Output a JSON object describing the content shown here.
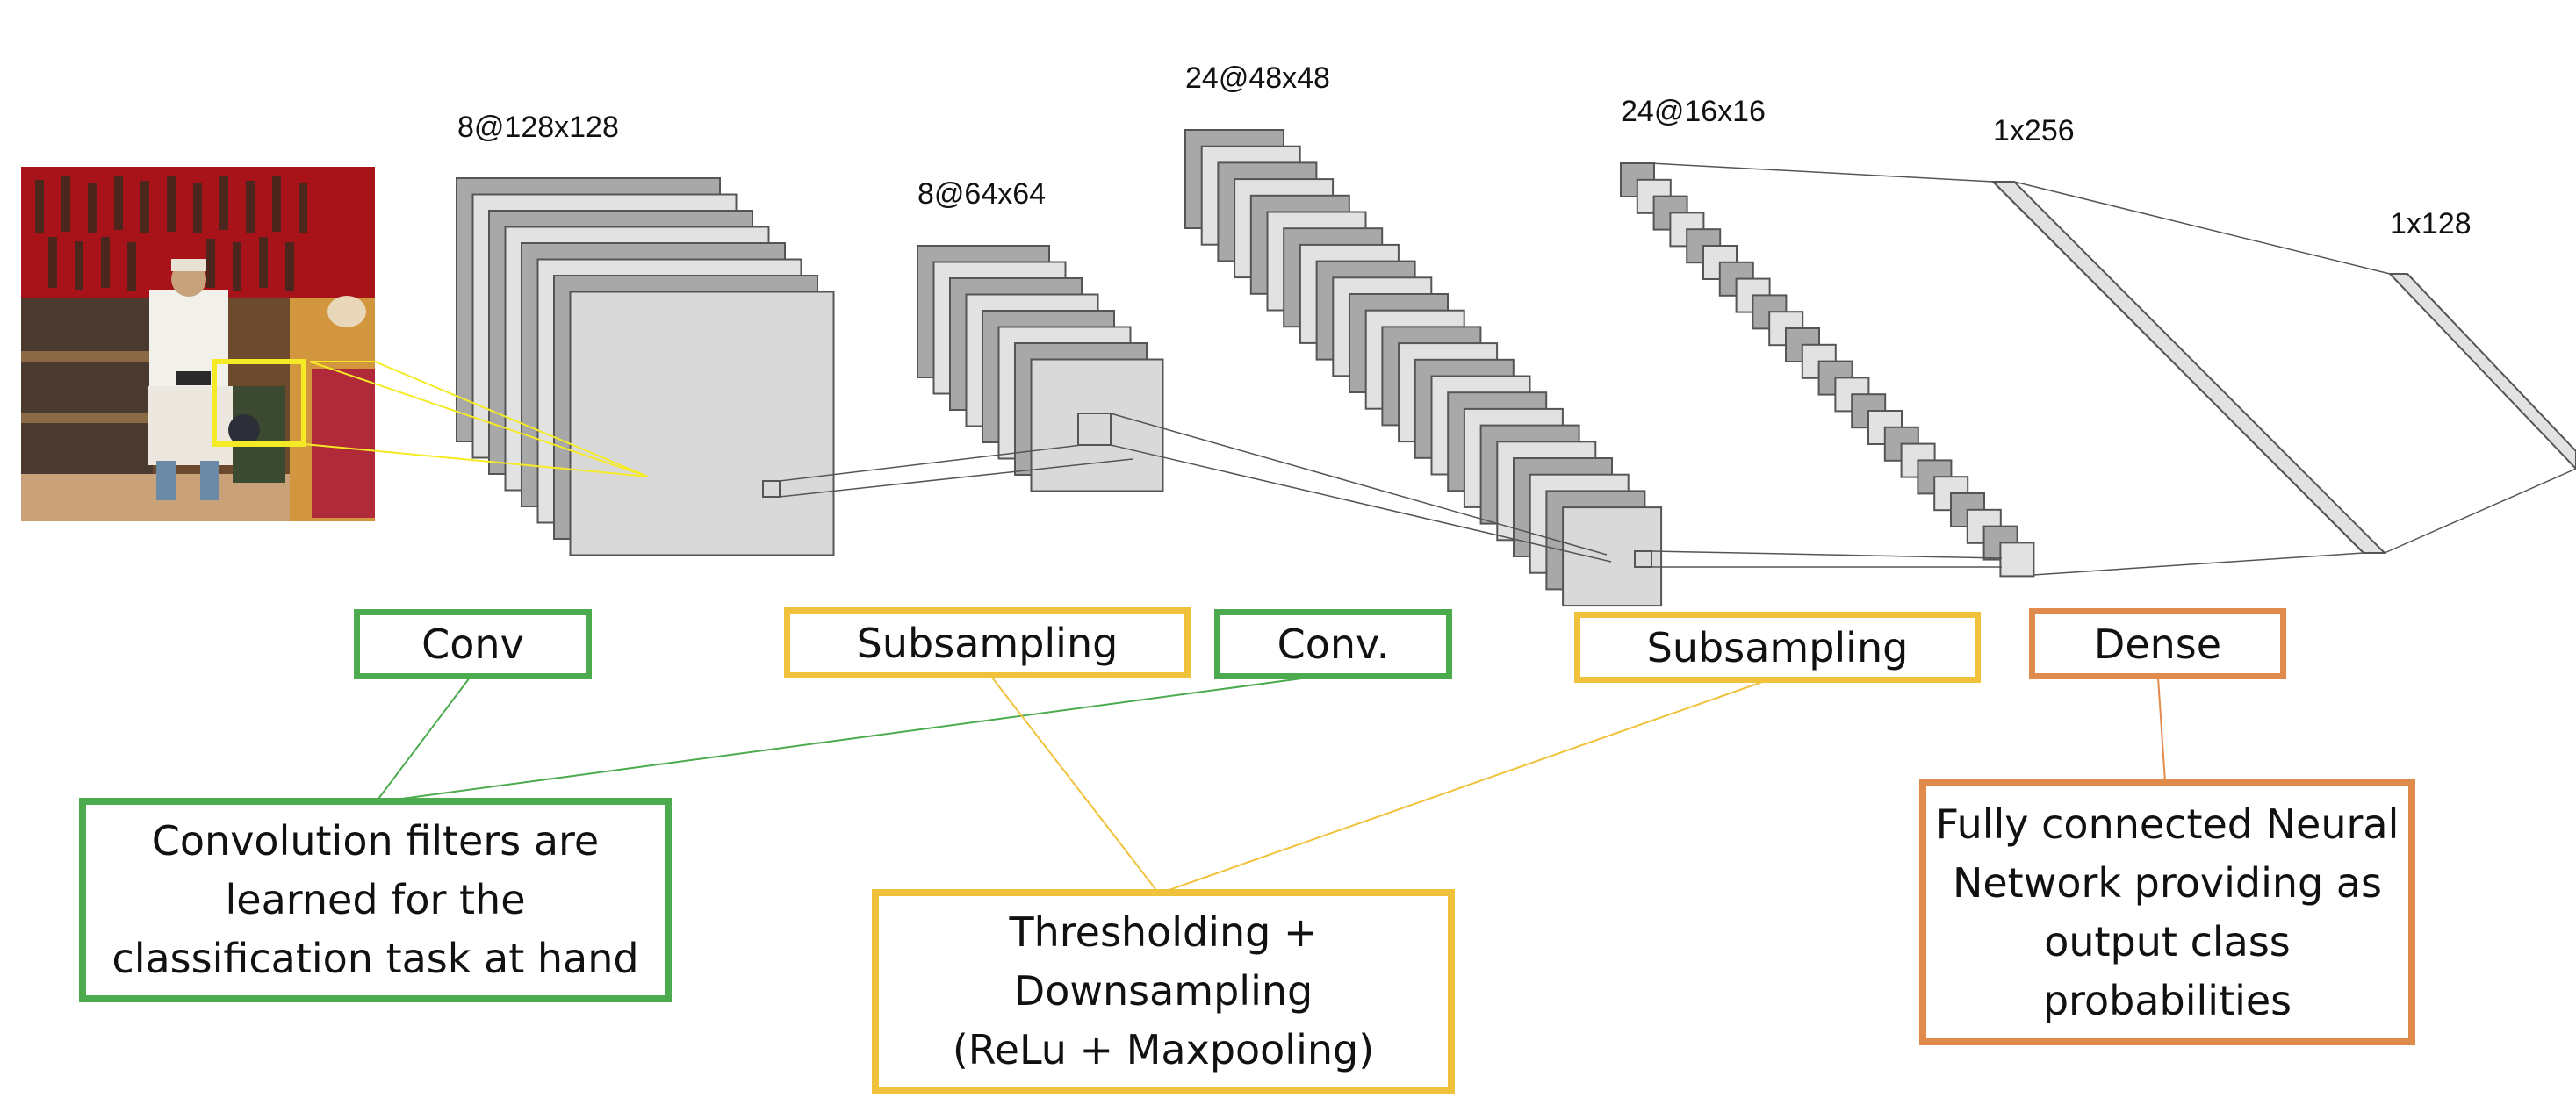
{
  "layers": {
    "l1": "8@128x128",
    "l2": "8@64x64",
    "l3": "24@48x48",
    "l4": "24@16x16",
    "l5": "1x256",
    "l6": "1x128"
  },
  "stages": {
    "conv1": "Conv",
    "subsampling1": "Subsampling",
    "conv2": "Conv.",
    "subsampling2": "Subsampling",
    "dense": "Dense"
  },
  "notes": {
    "conv": [
      "Convolution filters are",
      "learned for the",
      "classification task at hand"
    ],
    "subsampling": [
      "Thresholding +",
      "Downsampling",
      "(ReLu + Maxpooling)"
    ],
    "dense": [
      "Fully connected Neural",
      "Network providing as",
      "output class",
      "probabilities"
    ]
  },
  "colors": {
    "conv": "#4caa4f",
    "subsampling": "#f0c23c",
    "dense": "#e08a4c",
    "map_dark": "#a8a8a8",
    "map_light": "#e2e2e2",
    "input_highlight": "#f5ea26"
  }
}
